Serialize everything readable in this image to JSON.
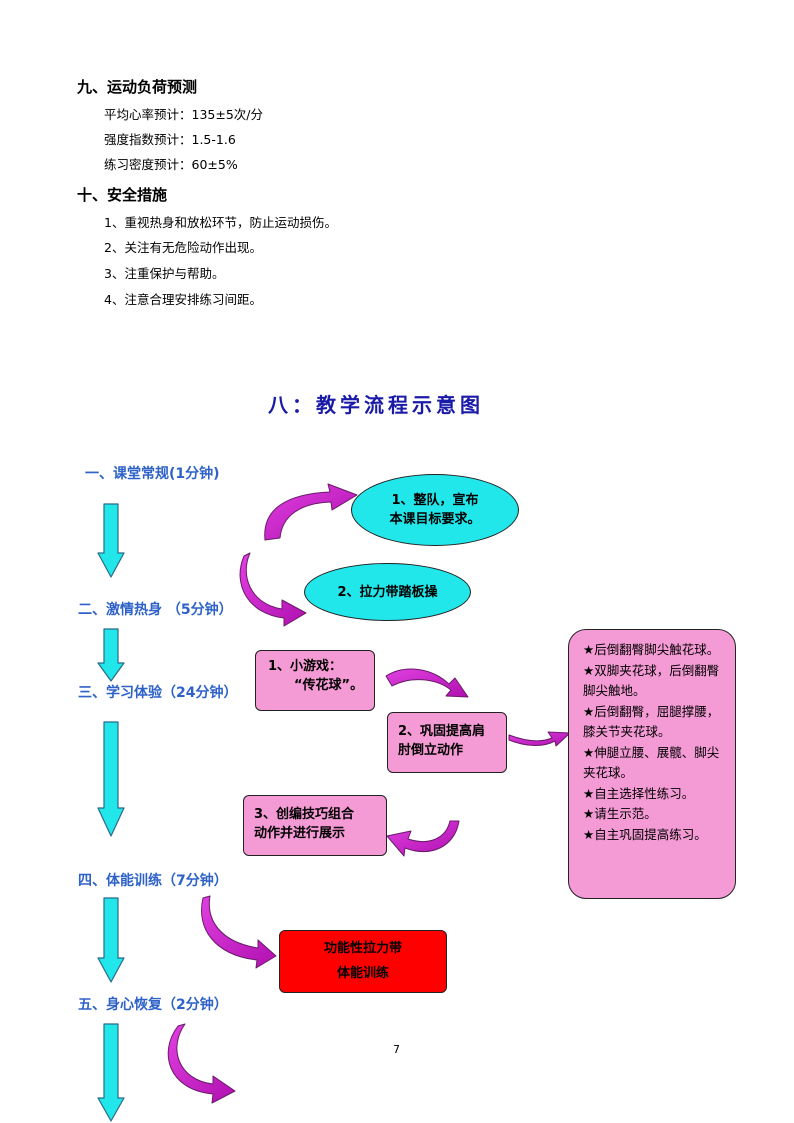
{
  "section9": {
    "heading": "九、运动负荷预测",
    "lines": [
      "平均心率预计：135±5次/分",
      "强度指数预计：1.5-1.6",
      "练习密度预计：60±5%"
    ]
  },
  "section10": {
    "heading": "十、安全措施",
    "lines": [
      "1、重视热身和放松环节，防止运动损伤。",
      "2、关注有无危险动作出现。",
      "3、注重保护与帮助。",
      "4、注意合理安排练习间距。"
    ]
  },
  "flow": {
    "title": "八：教学流程示意图",
    "steps": [
      "一、课堂常规(1分钟)",
      "二、激情热身 （5分钟）",
      "三、学习体验（24分钟）",
      "四、体能训练（7分钟）",
      "五、身心恢复（2分钟）"
    ],
    "ellipse1": [
      "1、整队，宣布",
      "本课目标要求。"
    ],
    "ellipse2": "2、拉力带踏板操",
    "box_game": [
      "1、小游戏：",
      "“传花球”。"
    ],
    "box_consolidate": [
      "2、巩固提高肩",
      "肘倒立动作"
    ],
    "box_create": [
      "3、创编技巧组合",
      "动作并进行展示"
    ],
    "box_fitness": [
      "功能性拉力带",
      "体能训练"
    ],
    "sidebar": [
      "★后倒翻臀脚尖触花球。",
      "★双脚夹花球，后倒翻臀脚尖触地。",
      "★后倒翻臀，屈腿撑腰，膝关节夹花球。",
      "★伸腿立腰、展髋、脚尖夹花球。",
      "★自主选择性练习。",
      "★请生示范。",
      "★自主巩固提高练习。"
    ]
  },
  "page_number": "7",
  "colors": {
    "step_blue": "#2e62c9",
    "title_blue": "#1a1aa8",
    "arrow_cyan": "#21e6ea",
    "pink": "#f49ad4",
    "magenta": "#cc22cc",
    "red": "#ff0000"
  }
}
